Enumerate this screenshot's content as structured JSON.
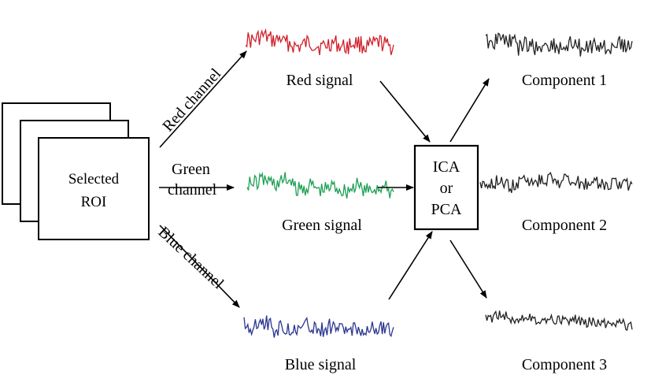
{
  "roi": {
    "line1": "Selected",
    "line2": "ROI"
  },
  "channels": {
    "red": "Red channel",
    "green_line1": "Green",
    "green_line2": "channel",
    "blue": "Blue channel"
  },
  "signals": {
    "red": {
      "label": "Red signal",
      "color": "#d0202a"
    },
    "green": {
      "label": "Green signal",
      "color": "#1fa055"
    },
    "blue": {
      "label": "Blue signal",
      "color": "#2a3590"
    }
  },
  "method": {
    "line1": "ICA",
    "line2": "or",
    "line3": "PCA"
  },
  "components": {
    "c1": "Component 1",
    "c2": "Component 2",
    "c3": "Component 3",
    "color": "#222222"
  }
}
